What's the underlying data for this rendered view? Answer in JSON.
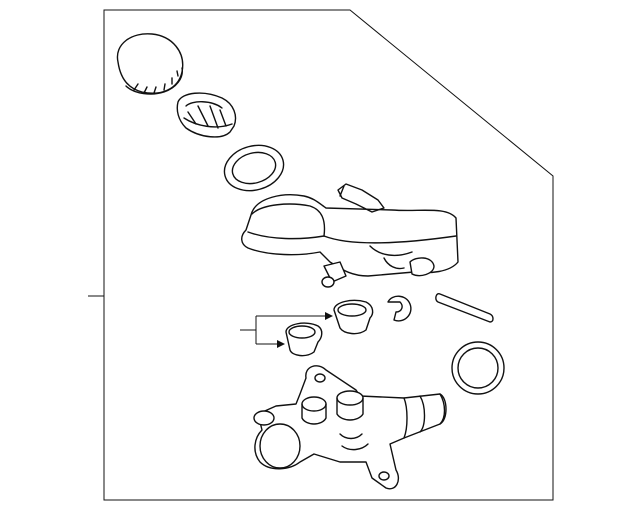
{
  "diagram": {
    "type": "exploded-parts-illustration",
    "frame": "notched-rectangle",
    "parts": [
      {
        "name": "reservoir-cap",
        "shape": "ribbed-cap"
      },
      {
        "name": "reservoir-strainer",
        "shape": "mesh-filter"
      },
      {
        "name": "reservoir-cap-seal",
        "shape": "ring"
      },
      {
        "name": "brake-fluid-reservoir",
        "shape": "tank"
      },
      {
        "name": "reservoir-grommet",
        "shape": "grommet"
      },
      {
        "name": "reservoir-grommet",
        "shape": "grommet"
      },
      {
        "name": "retaining-clip",
        "shape": "clip"
      },
      {
        "name": "mounting-pin",
        "shape": "pin"
      },
      {
        "name": "master-cylinder-o-ring",
        "shape": "ring"
      },
      {
        "name": "master-cylinder-body",
        "shape": "cylinder"
      }
    ],
    "callouts": [
      {
        "name": "assembly-leader",
        "arrow": false
      },
      {
        "name": "grommet-leader",
        "arrow": true,
        "branches": 2
      }
    ],
    "colors": {
      "line": "#111111",
      "background": "#ffffff"
    }
  }
}
